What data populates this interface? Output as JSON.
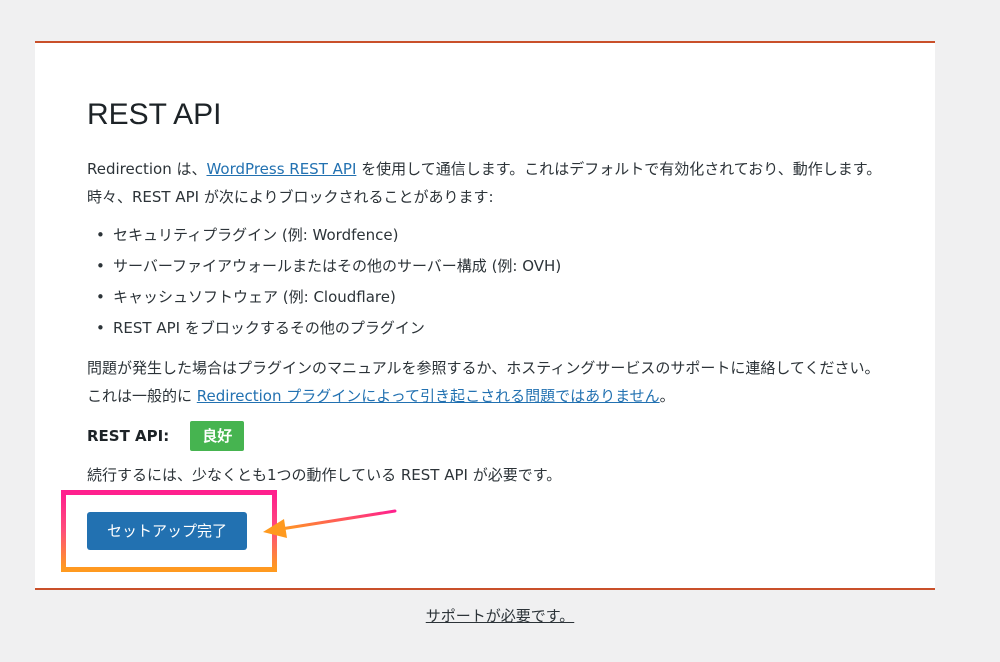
{
  "title": "REST API",
  "intro": {
    "text_before": "Redirection は、",
    "link": "WordPress REST API",
    "text_after": " を使用して通信します。これはデフォルトで有効化されており、動作します。時々、REST API が次によりブロックされることがあります:"
  },
  "blockers": [
    "セキュリティプラグイン (例: Wordfence)",
    "サーバーファイアウォールまたはその他のサーバー構成 (例: OVH)",
    "キャッシュソフトウェア (例: Cloudflare)",
    "REST API をブロックするその他のプラグイン"
  ],
  "help": {
    "text_before": "問題が発生した場合はプラグインのマニュアルを参照するか、ホスティングサービスのサポートに連絡してください。これは一般的に ",
    "link": "Redirection プラグインによって引き起こされる問題ではありません",
    "text_after": "。"
  },
  "status": {
    "label": "REST API:",
    "value": "良好",
    "color": "#46b450"
  },
  "requirement": "続行するには、少なくとも1つの動作している REST API が必要です。",
  "finish_button": "セットアップ完了",
  "footer_link": "サポートが必要です。",
  "colors": {
    "accent": "#2271b1",
    "border": "#c9502a",
    "highlight_pink": "#ff1f8e",
    "highlight_orange": "#ff9a1f"
  }
}
